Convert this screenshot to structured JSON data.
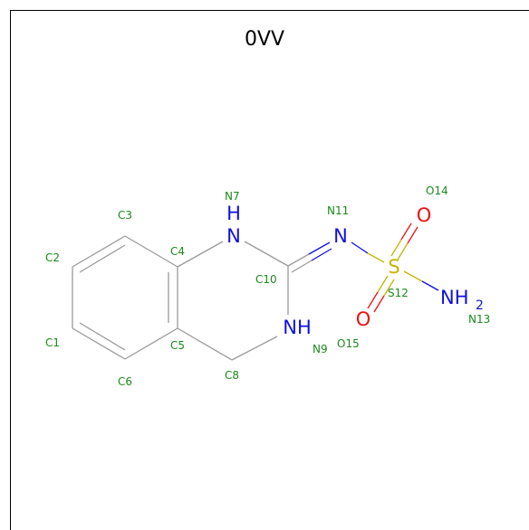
{
  "title": "0VV",
  "colors": {
    "bond": "#9a9a9a",
    "label": "#1a8a1a",
    "nitrogen": "#1010e0",
    "oxygen": "#ee1010",
    "sulfur": "#c8b400"
  },
  "atom_labels": {
    "C1": "C1",
    "C2": "C2",
    "C3": "C3",
    "C4": "C4",
    "C5": "C5",
    "C6": "C6",
    "N7": "N7",
    "C8": "C8",
    "N9": "N9",
    "C10": "C10",
    "N11": "N11",
    "S12": "S12",
    "N13": "N13",
    "O14": "O14",
    "O15": "O15"
  },
  "atom_symbols": {
    "N7_H": "H",
    "N7_N": "N",
    "N9": "NH",
    "N11": "N",
    "S12": "S",
    "O14": "O",
    "O15": "O",
    "N13": "NH",
    "N13_sub": "2"
  }
}
